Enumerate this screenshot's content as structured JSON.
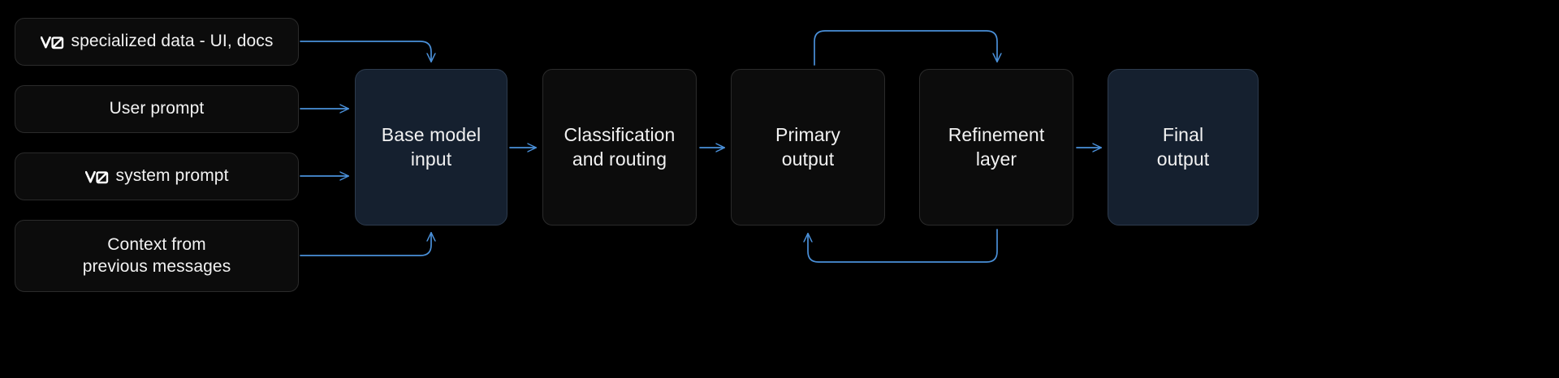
{
  "canvas": {
    "background": "#000000",
    "accent_line_color": "#4a90d9",
    "node_fill": "#0c0c0c",
    "node_border": "#2b2b2b",
    "accent_node_fill": "#15202f",
    "accent_node_border": "#2d3b4d",
    "text_color": "#f2f2f2"
  },
  "inputs": [
    {
      "id": "specialized-data",
      "icon": "v0-logo-icon",
      "label": "specialized data - UI, docs"
    },
    {
      "id": "user-prompt",
      "icon": null,
      "label": "User prompt"
    },
    {
      "id": "system-prompt",
      "icon": "v0-logo-icon",
      "label": "system prompt"
    },
    {
      "id": "context",
      "icon": null,
      "label": "Context from\nprevious messages"
    }
  ],
  "stages": [
    {
      "id": "base-model",
      "label": "Base model\ninput",
      "accent": true
    },
    {
      "id": "classification",
      "label": "Classification\nand routing",
      "accent": false
    },
    {
      "id": "primary-output",
      "label": "Primary\noutput",
      "accent": false
    },
    {
      "id": "refinement",
      "label": "Refinement\nlayer",
      "accent": false
    },
    {
      "id": "final-output",
      "label": "Final\noutput",
      "accent": true
    }
  ],
  "connections": [
    {
      "id": "specialized-data-to-base-model",
      "from": "specialized-data",
      "to": "base-model",
      "style": "elbow-down"
    },
    {
      "id": "user-prompt-to-base-model",
      "from": "user-prompt",
      "to": "base-model",
      "style": "straight"
    },
    {
      "id": "system-prompt-to-base-model",
      "from": "system-prompt",
      "to": "base-model",
      "style": "straight"
    },
    {
      "id": "context-to-base-model",
      "from": "context",
      "to": "base-model",
      "style": "elbow-up"
    },
    {
      "id": "base-model-to-classification",
      "from": "base-model",
      "to": "classification",
      "style": "straight"
    },
    {
      "id": "classification-to-primary",
      "from": "classification",
      "to": "primary-output",
      "style": "straight"
    },
    {
      "id": "refinement-to-final",
      "from": "refinement",
      "to": "final-output",
      "style": "straight"
    },
    {
      "id": "primary-to-refinement-loop",
      "from": "primary-output",
      "to": "refinement",
      "style": "loop-top"
    },
    {
      "id": "refinement-to-primary-loop",
      "from": "refinement",
      "to": "primary-output",
      "style": "loop-bottom"
    }
  ]
}
